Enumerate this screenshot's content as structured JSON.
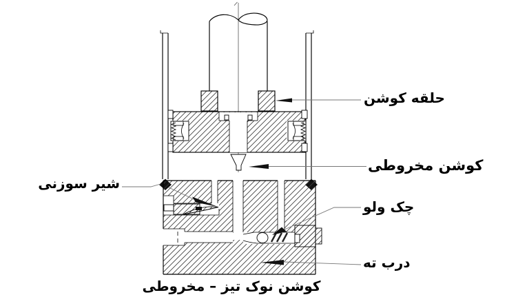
{
  "diagram": {
    "labels": {
      "cushion_ring": "حلقه کوشن",
      "conical_cushion": "کوشن مخروطی",
      "needle_valve": "شیر سوزنی",
      "check_valve": "چک ولو",
      "bottom_cap": "درب ته"
    },
    "caption": "کوشن نوک تیز – مخروطی",
    "colors": {
      "line": "#000000",
      "leader": "#777777",
      "background": "#ffffff"
    }
  }
}
